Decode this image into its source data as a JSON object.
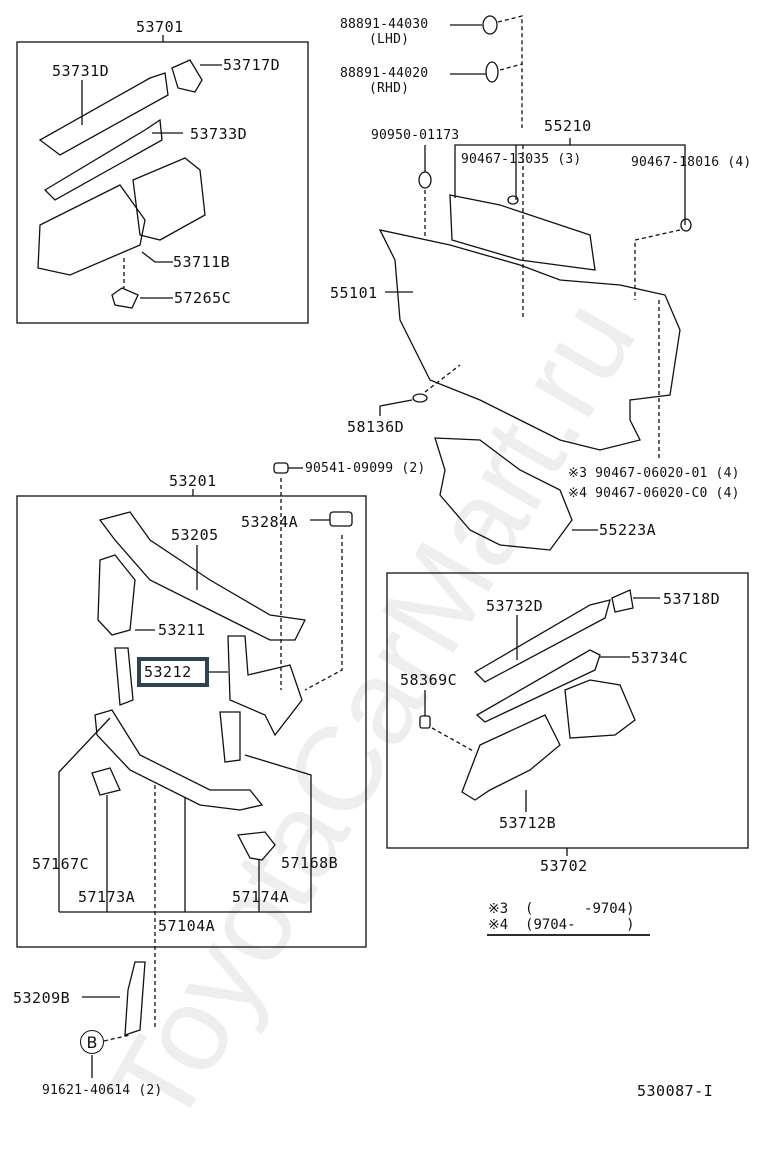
{
  "watermark": "ToyotaCarMart.ru",
  "diagram_id": "530087-I",
  "groups": {
    "g53701": {
      "number": "53701",
      "parts": [
        "53731D",
        "53717D",
        "53733D",
        "53711B",
        "57265C"
      ]
    },
    "g53201": {
      "number": "53201",
      "parts": [
        "53205",
        "53284A",
        "53211",
        "53212",
        "57167C",
        "57168B",
        "57173A",
        "57174A",
        "57104A"
      ]
    },
    "g53702": {
      "number": "53702",
      "parts": [
        "53732D",
        "53718D",
        "53734C",
        "58369C",
        "53712B"
      ]
    },
    "g55210": {
      "number": "55210",
      "parts": [
        "90467-13035 (3)",
        "90467-18016 (4)"
      ]
    }
  },
  "labels": {
    "p53701": "53701",
    "p53731D": "53731D",
    "p53717D": "53717D",
    "p53733D": "53733D",
    "p53711B": "53711B",
    "p57265C": "57265C",
    "p88891_44030": "88891-44030",
    "lhd": "(LHD)",
    "p88891_44020": "88891-44020",
    "rhd": "(RHD)",
    "p55210": "55210",
    "p90950": "90950-01173",
    "p90467_13035": "90467-13035 (3)",
    "p90467_18016": "90467-18016 (4)",
    "p55101": "55101",
    "p58136D": "58136D",
    "p90467_06020_01": "※3 90467-06020-01 (4)",
    "p90467_06020_C0": "※4 90467-06020-C0 (4)",
    "p55223A": "55223A",
    "p90541": "90541-09099 (2)",
    "p53201": "53201",
    "p53205": "53205",
    "p53284A": "53284A",
    "p53211": "53211",
    "p53212": "53212",
    "p57167C": "57167C",
    "p57168B": "57168B",
    "p57173A": "57173A",
    "p57174A": "57174A",
    "p57104A": "57104A",
    "p53209B": "53209B",
    "refB": "B",
    "p91621": "91621-40614 (2)",
    "p53732D": "53732D",
    "p53718D": "53718D",
    "p53734C": "53734C",
    "p58369C": "58369C",
    "p53712B": "53712B",
    "p53702": "53702"
  },
  "highlighted_part": "53212",
  "highlight_color": "#2f4450",
  "notes": {
    "n3": "※3  (      -9704)",
    "n4": "※4  (9704-      )"
  }
}
